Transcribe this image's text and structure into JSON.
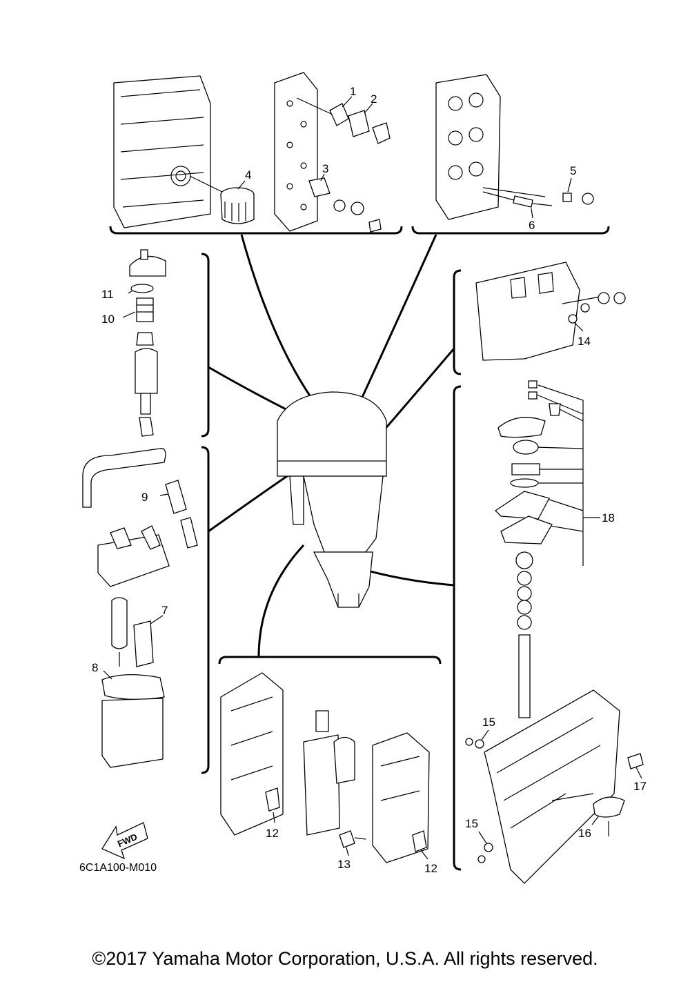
{
  "diagram_code": "6C1A100-M010",
  "fwd_label": "FWD",
  "copyright": "©2017 Yamaha Motor Corporation, U.S.A. All rights reserved.",
  "callouts": {
    "c1": "1",
    "c2": "2",
    "c3": "3",
    "c4": "4",
    "c5": "5",
    "c6": "6",
    "c7": "7",
    "c8": "8",
    "c9": "9",
    "c10": "10",
    "c11": "11",
    "c12a": "12",
    "c12b": "12",
    "c13": "13",
    "c14": "14",
    "c15a": "15",
    "c15b": "15",
    "c16": "16",
    "c17": "17",
    "c18": "18"
  }
}
